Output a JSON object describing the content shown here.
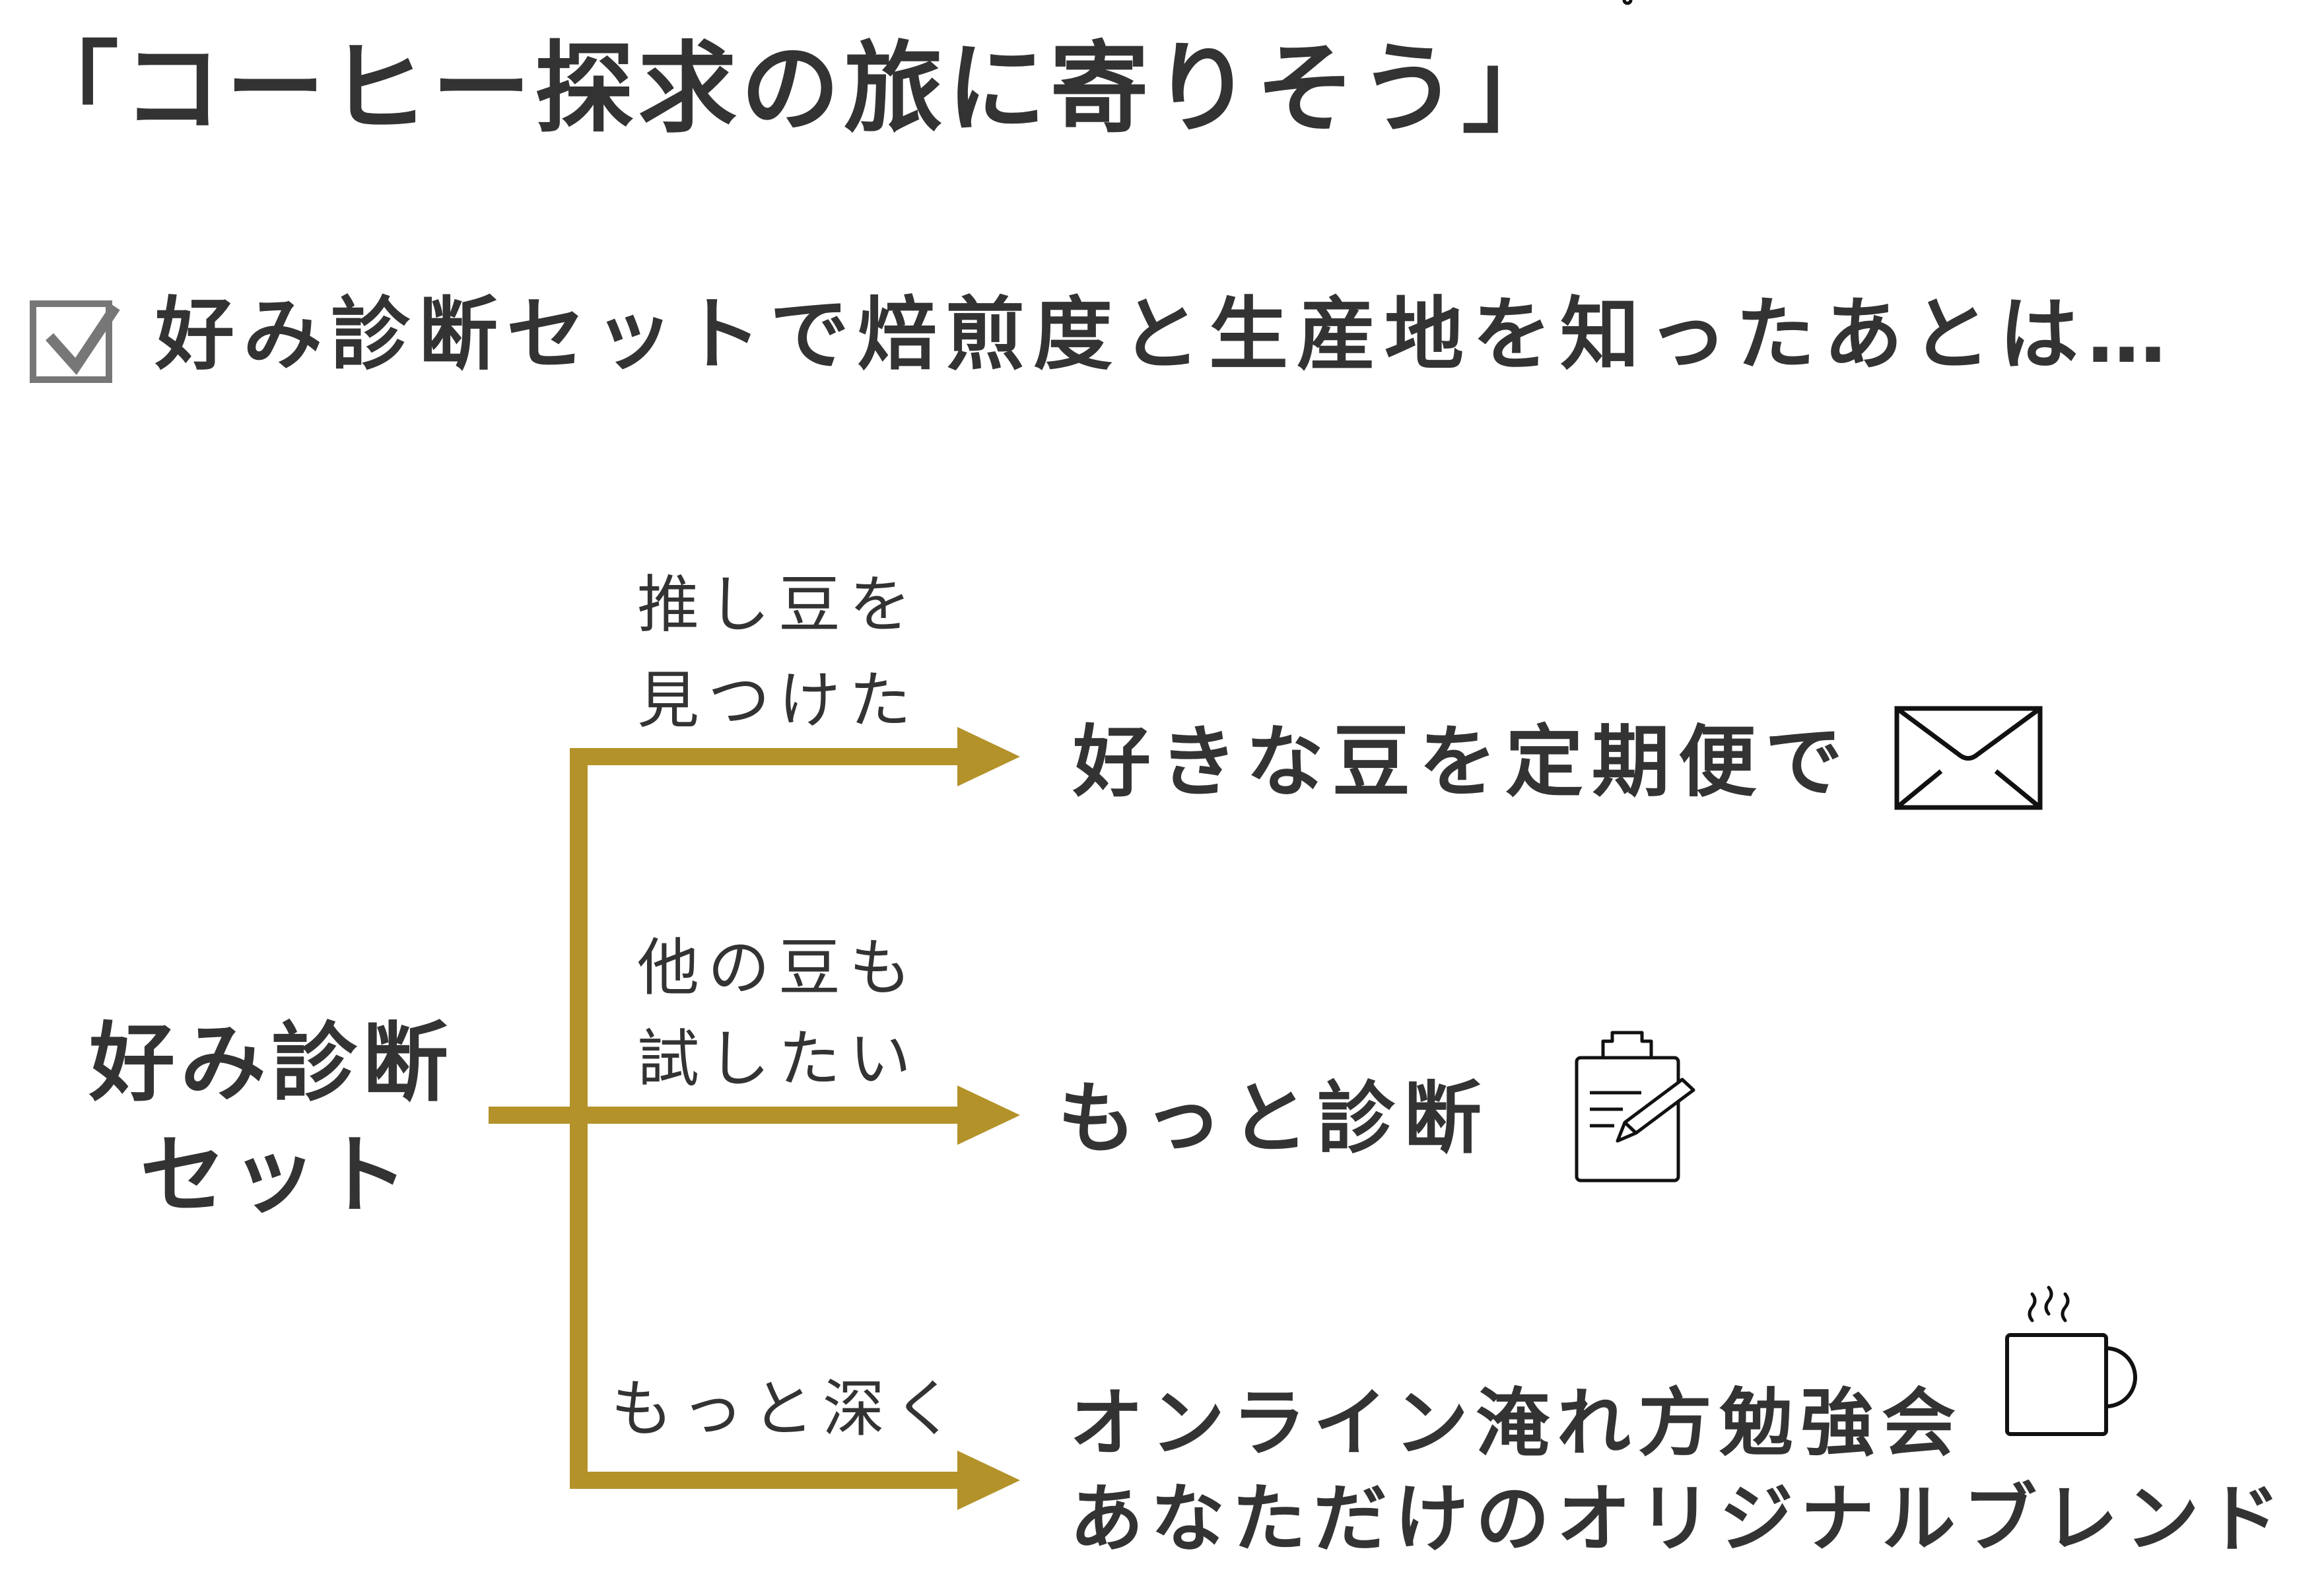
{
  "title": "「コーヒー探求の旅に寄りそう」",
  "subtitle": {
    "text": "好み診断セットで焙煎度と生産地を知ったあとは…",
    "icon": "checkbox-checked-icon"
  },
  "root": {
    "line1": "好み診断",
    "line2": "セット"
  },
  "branches": [
    {
      "label_line1": "推し豆を",
      "label_line2": "見つけた",
      "destination": "好きな豆を定期便で",
      "icon": "envelope-icon"
    },
    {
      "label_line1": "他の豆も",
      "label_line2": "試したい",
      "destination": "もっと診断",
      "icon": "clipboard-pencil-icon"
    },
    {
      "label_line1": "もっと深く",
      "destination": "オンライン淹れ方勉強会",
      "destination_line2": "あなただけのオリジナルブレンド",
      "icon": "coffee-mug-icon"
    }
  ],
  "colors": {
    "arrow": "#b3922a",
    "text": "#333333",
    "checkbox": "#777777"
  }
}
